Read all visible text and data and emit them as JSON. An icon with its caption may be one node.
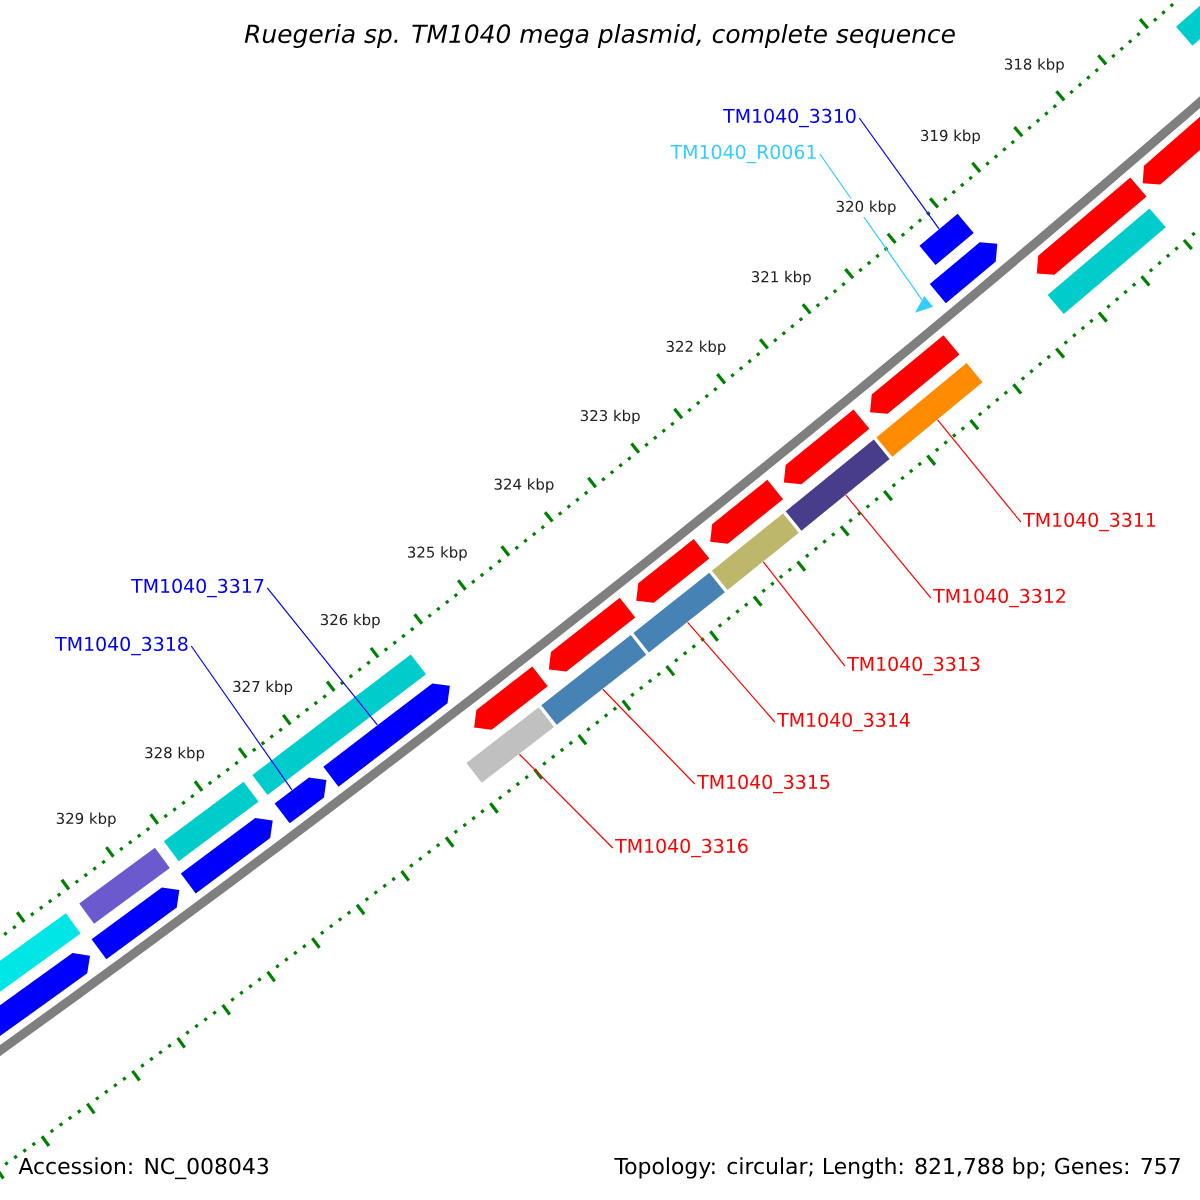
{
  "diagram": {
    "title": "Ruegeria sp. TM1040 mega plasmid, complete sequence",
    "nodes": [
      {
        "text": [
          "TM1040_3310"
        ]
      },
      {
        "text": [
          "TM1040_R0061"
        ]
      },
      {
        "text": [],
        "shape": "bar"
      },
      {
        "text": [],
        "shape": "triangle"
      },
      {
        "text": [
          "TM1040_3317"
        ]
      },
      {
        "text": [
          "TM1040_3318"
        ]
      },
      {
        "text": [],
        "shape": "arrow"
      },
      {
        "text": [],
        "shape": "arrow"
      },
      {
        "text": [
          "TM1040_3311"
        ]
      },
      {
        "text": [
          "TM1040_3312"
        ]
      },
      {
        "text": [
          "TM1040_3313"
        ]
      },
      {
        "text": [
          "TM1040_3314"
        ]
      },
      {
        "text": [
          "TM1040_3315"
        ]
      },
      {
        "text": [
          "TM1040_3316"
        ]
      },
      {
        "text": [],
        "shape": "bar"
      },
      {
        "text": [],
        "shape": "bar"
      },
      {
        "text": [],
        "shape": "bar"
      },
      {
        "text": [],
        "shape": "bar"
      },
      {
        "text": [],
        "shape": "bar"
      },
      {
        "text": [],
        "shape": "bar"
      }
    ],
    "edges": [
      {
        "from": 0,
        "to": 2,
        "arrow": "none",
        "color": "#0000ff"
      },
      {
        "from": 1,
        "to": 3,
        "arrow": "none",
        "color": "#33ccff"
      },
      {
        "from": 4,
        "to": 6,
        "arrow": "none",
        "color": "#0000ff"
      },
      {
        "from": 5,
        "to": 7,
        "arrow": "none",
        "color": "#0000ff"
      },
      {
        "from": 8,
        "to": 14,
        "arrow": "none"
      },
      {
        "from": 9,
        "to": 15,
        "arrow": "none"
      },
      {
        "from": 10,
        "to": 16,
        "arrow": "none"
      },
      {
        "from": 11,
        "to": 17,
        "arrow": "none"
      },
      {
        "from": 12,
        "to": 18,
        "arrow": "none"
      },
      {
        "from": 13,
        "to": 19,
        "arrow": "none"
      }
    ],
    "labels": [
      "318 kbp",
      "319 kbp",
      "320 kbp",
      "321 kbp",
      "322 kbp",
      "323 kbp",
      "324 kbp",
      "325 kbp",
      "326 kbp",
      "327 kbp",
      "328 kbp",
      "329 kbp",
      "Accession: NC_008043",
      "Topology: circular; Length: 821,788 bp; Genes: 757"
    ]
  }
}
